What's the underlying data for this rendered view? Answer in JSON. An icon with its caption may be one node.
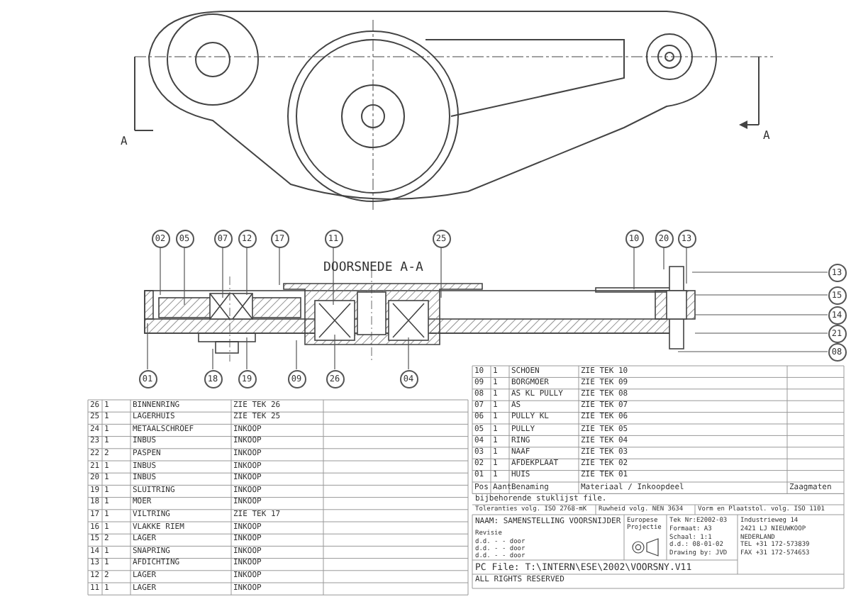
{
  "diagram": {
    "nodes": [
      {
        "text": [
          "02"
        ]
      },
      {
        "text": [
          "05"
        ]
      },
      {
        "text": [
          "07"
        ]
      },
      {
        "text": [
          "12"
        ]
      },
      {
        "text": [
          "17"
        ]
      },
      {
        "text": [
          "11"
        ]
      },
      {
        "text": [
          "25"
        ]
      },
      {
        "text": [
          "10"
        ]
      },
      {
        "text": [
          "20"
        ]
      },
      {
        "text": [
          "13"
        ]
      },
      {
        "text": [
          "13"
        ]
      },
      {
        "text": [
          "15"
        ]
      },
      {
        "text": [
          "14"
        ]
      },
      {
        "text": [
          "21"
        ]
      },
      {
        "text": [
          "08"
        ]
      },
      {
        "text": [
          "01"
        ]
      },
      {
        "text": [
          "18"
        ]
      },
      {
        "text": [
          "19"
        ]
      },
      {
        "text": [
          "09"
        ]
      },
      {
        "text": [
          "26"
        ]
      },
      {
        "text": [
          "04"
        ]
      },
      {
        "text": [],
        "shape": "picture"
      }
    ],
    "edges": [
      {
        "from": 0,
        "to": 21,
        "arrow": "none"
      },
      {
        "from": 1,
        "to": 21,
        "arrow": "none"
      },
      {
        "from": 2,
        "to": 21,
        "arrow": "none"
      },
      {
        "from": 3,
        "to": 21,
        "arrow": "none"
      },
      {
        "from": 4,
        "to": 21,
        "arrow": "none"
      },
      {
        "from": 5,
        "to": 21,
        "arrow": "none"
      },
      {
        "from": 6,
        "to": 21,
        "arrow": "none"
      },
      {
        "from": 7,
        "to": 21,
        "arrow": "none"
      },
      {
        "from": 8,
        "to": 21,
        "arrow": "none"
      },
      {
        "from": 9,
        "to": 21,
        "arrow": "none"
      },
      {
        "from": 10,
        "to": 21,
        "arrow": "none"
      },
      {
        "from": 11,
        "to": 21,
        "arrow": "none"
      },
      {
        "from": 12,
        "to": 21,
        "arrow": "none"
      },
      {
        "from": 13,
        "to": 21,
        "arrow": "none"
      },
      {
        "from": 14,
        "to": 21,
        "arrow": "none"
      },
      {
        "from": 15,
        "to": 21,
        "arrow": "none"
      },
      {
        "from": 16,
        "to": 21,
        "arrow": "none"
      },
      {
        "from": 17,
        "to": 21,
        "arrow": "none"
      },
      {
        "from": 18,
        "to": 21,
        "arrow": "none"
      },
      {
        "from": 19,
        "to": 21,
        "arrow": "none"
      },
      {
        "from": 20,
        "to": 21,
        "arrow": "none"
      }
    ],
    "labels": [
      "A",
      "A",
      "DOORSNEDE A-A",
      "26",
      "1",
      "BINNENRING",
      "ZIE TEK 26",
      "25",
      "1",
      "LAGERHUIS",
      "ZIE TEK 25",
      "24",
      "1",
      "METAALSCHROEF",
      "INKOOP",
      "23",
      "1",
      "INBUS",
      "INKOOP",
      "22",
      "2",
      "PASPEN",
      "INKOOP",
      "21",
      "1",
      "INBUS",
      "INKOOP",
      "20",
      "1",
      "INBUS",
      "INKOOP",
      "19",
      "1",
      "SLUITRING",
      "INKOOP",
      "18",
      "1",
      "MOER",
      "INKOOP",
      "17",
      "1",
      "VILTRING",
      "ZIE TEK 17",
      "16",
      "1",
      "VLAKKE RIEM",
      "INKOOP",
      "15",
      "2",
      "LAGER",
      "INKOOP",
      "14",
      "1",
      "SNAPRING",
      "INKOOP",
      "13",
      "1",
      "AFDICHTING",
      "INKOOP",
      "12",
      "2",
      "LAGER",
      "INKOOP",
      "11",
      "1",
      "LAGER",
      "INKOOP",
      "10",
      "1",
      "SCHOEN",
      "ZIE TEK 10",
      "09",
      "1",
      "BORGMOER",
      "ZIE TEK 09",
      "08",
      "1",
      "AS KL PULLY",
      "ZIE TEK 08",
      "07",
      "1",
      "AS",
      "ZIE TEK 07",
      "06",
      "1",
      "PULLY KL",
      "ZIE TEK 06",
      "05",
      "1",
      "PULLY",
      "ZIE TEK 05",
      "04",
      "1",
      "RING",
      "ZIE TEK 04",
      "03",
      "1",
      "NAAF",
      "ZIE TEK 03",
      "02",
      "1",
      "AFDEKPLAAT",
      "ZIE TEK 02",
      "01",
      "1",
      "HUIS",
      "ZIE TEK 01",
      "Pos",
      "Aant",
      "Benaming",
      "Materiaal / Inkoopdeel",
      "Zaagmaten",
      "bijbehorende stuklijst file.",
      "Toleranties volg. ISO 2768-mK",
      "Ruwheid volg. NEN 3634",
      "Vorm en Plaatstol. volg. ISO 1101",
      "NAAM: SAMENSTELLING VOORSNIJDER",
      "Revisie",
      "d.d. - - door",
      "d.d. - - door",
      "d.d. - - door",
      "Europese Projectie",
      "Tek Nr:E2002-03",
      "Formaat: A3",
      "Schaal: 1:1",
      "d.d.: 08-01-02",
      "Drawing by: JVD",
      "Industrieweg 14",
      "2421 LJ NIEUWKOOP",
      "NEDERLAND",
      "TEL +31 172-573839",
      "FAX +31 172-574653",
      "PC File: T:\\INTERN\\ESE\\2002\\VOORSNY.V11",
      "ALL RIGHTS RESERVED"
    ]
  }
}
